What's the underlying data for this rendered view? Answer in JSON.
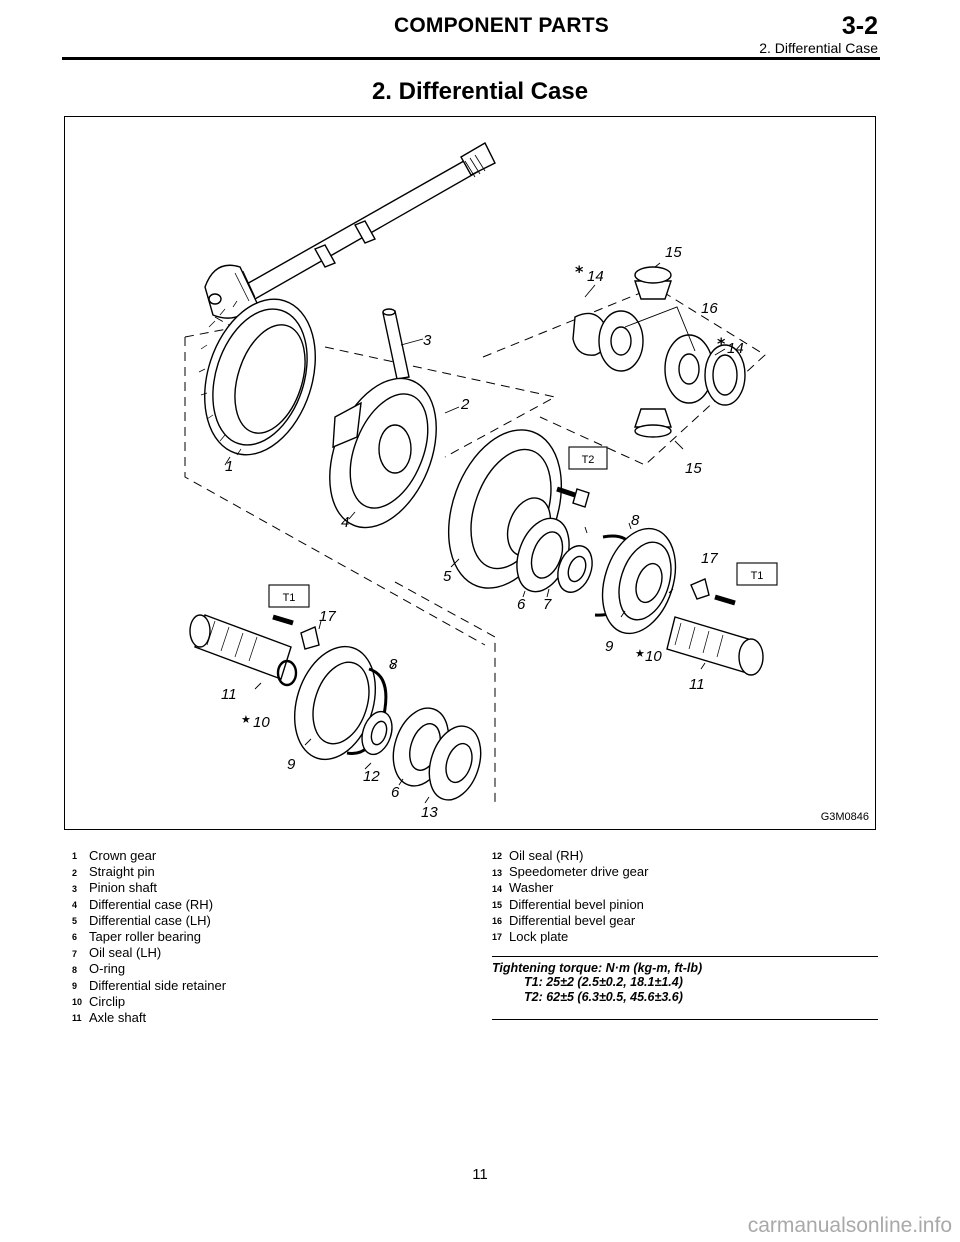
{
  "header": {
    "title": "COMPONENT PARTS",
    "section": "3-2",
    "subtitle": "2. Differential Case"
  },
  "page_title": "2. Differential Case",
  "figure": {
    "code": "G3M0846",
    "torque_tags": [
      "T1",
      "T2"
    ]
  },
  "legend_left": [
    {
      "num": "1",
      "label": "Crown gear"
    },
    {
      "num": "2",
      "label": "Straight pin"
    },
    {
      "num": "3",
      "label": "Pinion shaft"
    },
    {
      "num": "4",
      "label": "Differential case (RH)"
    },
    {
      "num": "5",
      "label": "Differential case (LH)"
    },
    {
      "num": "6",
      "label": "Taper roller bearing"
    },
    {
      "num": "7",
      "label": "Oil seal (LH)"
    },
    {
      "num": "8",
      "label": "O-ring"
    },
    {
      "num": "9",
      "label": "Differential side retainer"
    },
    {
      "num": "10",
      "label": "Circlip"
    },
    {
      "num": "11",
      "label": "Axle shaft"
    }
  ],
  "legend_right": [
    {
      "num": "12",
      "label": "Oil seal (RH)"
    },
    {
      "num": "13",
      "label": "Speedometer drive gear"
    },
    {
      "num": "14",
      "label": "Washer"
    },
    {
      "num": "15",
      "label": "Differential bevel pinion"
    },
    {
      "num": "16",
      "label": "Differential bevel gear"
    },
    {
      "num": "17",
      "label": "Lock plate"
    }
  ],
  "torque": {
    "heading": "Tightening torque: N·m (kg-m, ft-lb)",
    "t1": "T1: 25±2 (2.5±0.2, 18.1±1.4)",
    "t2": "T2: 62±5 (6.3±0.5, 45.6±3.6)"
  },
  "page_number": "11",
  "watermark": "carmanualsonline.info"
}
